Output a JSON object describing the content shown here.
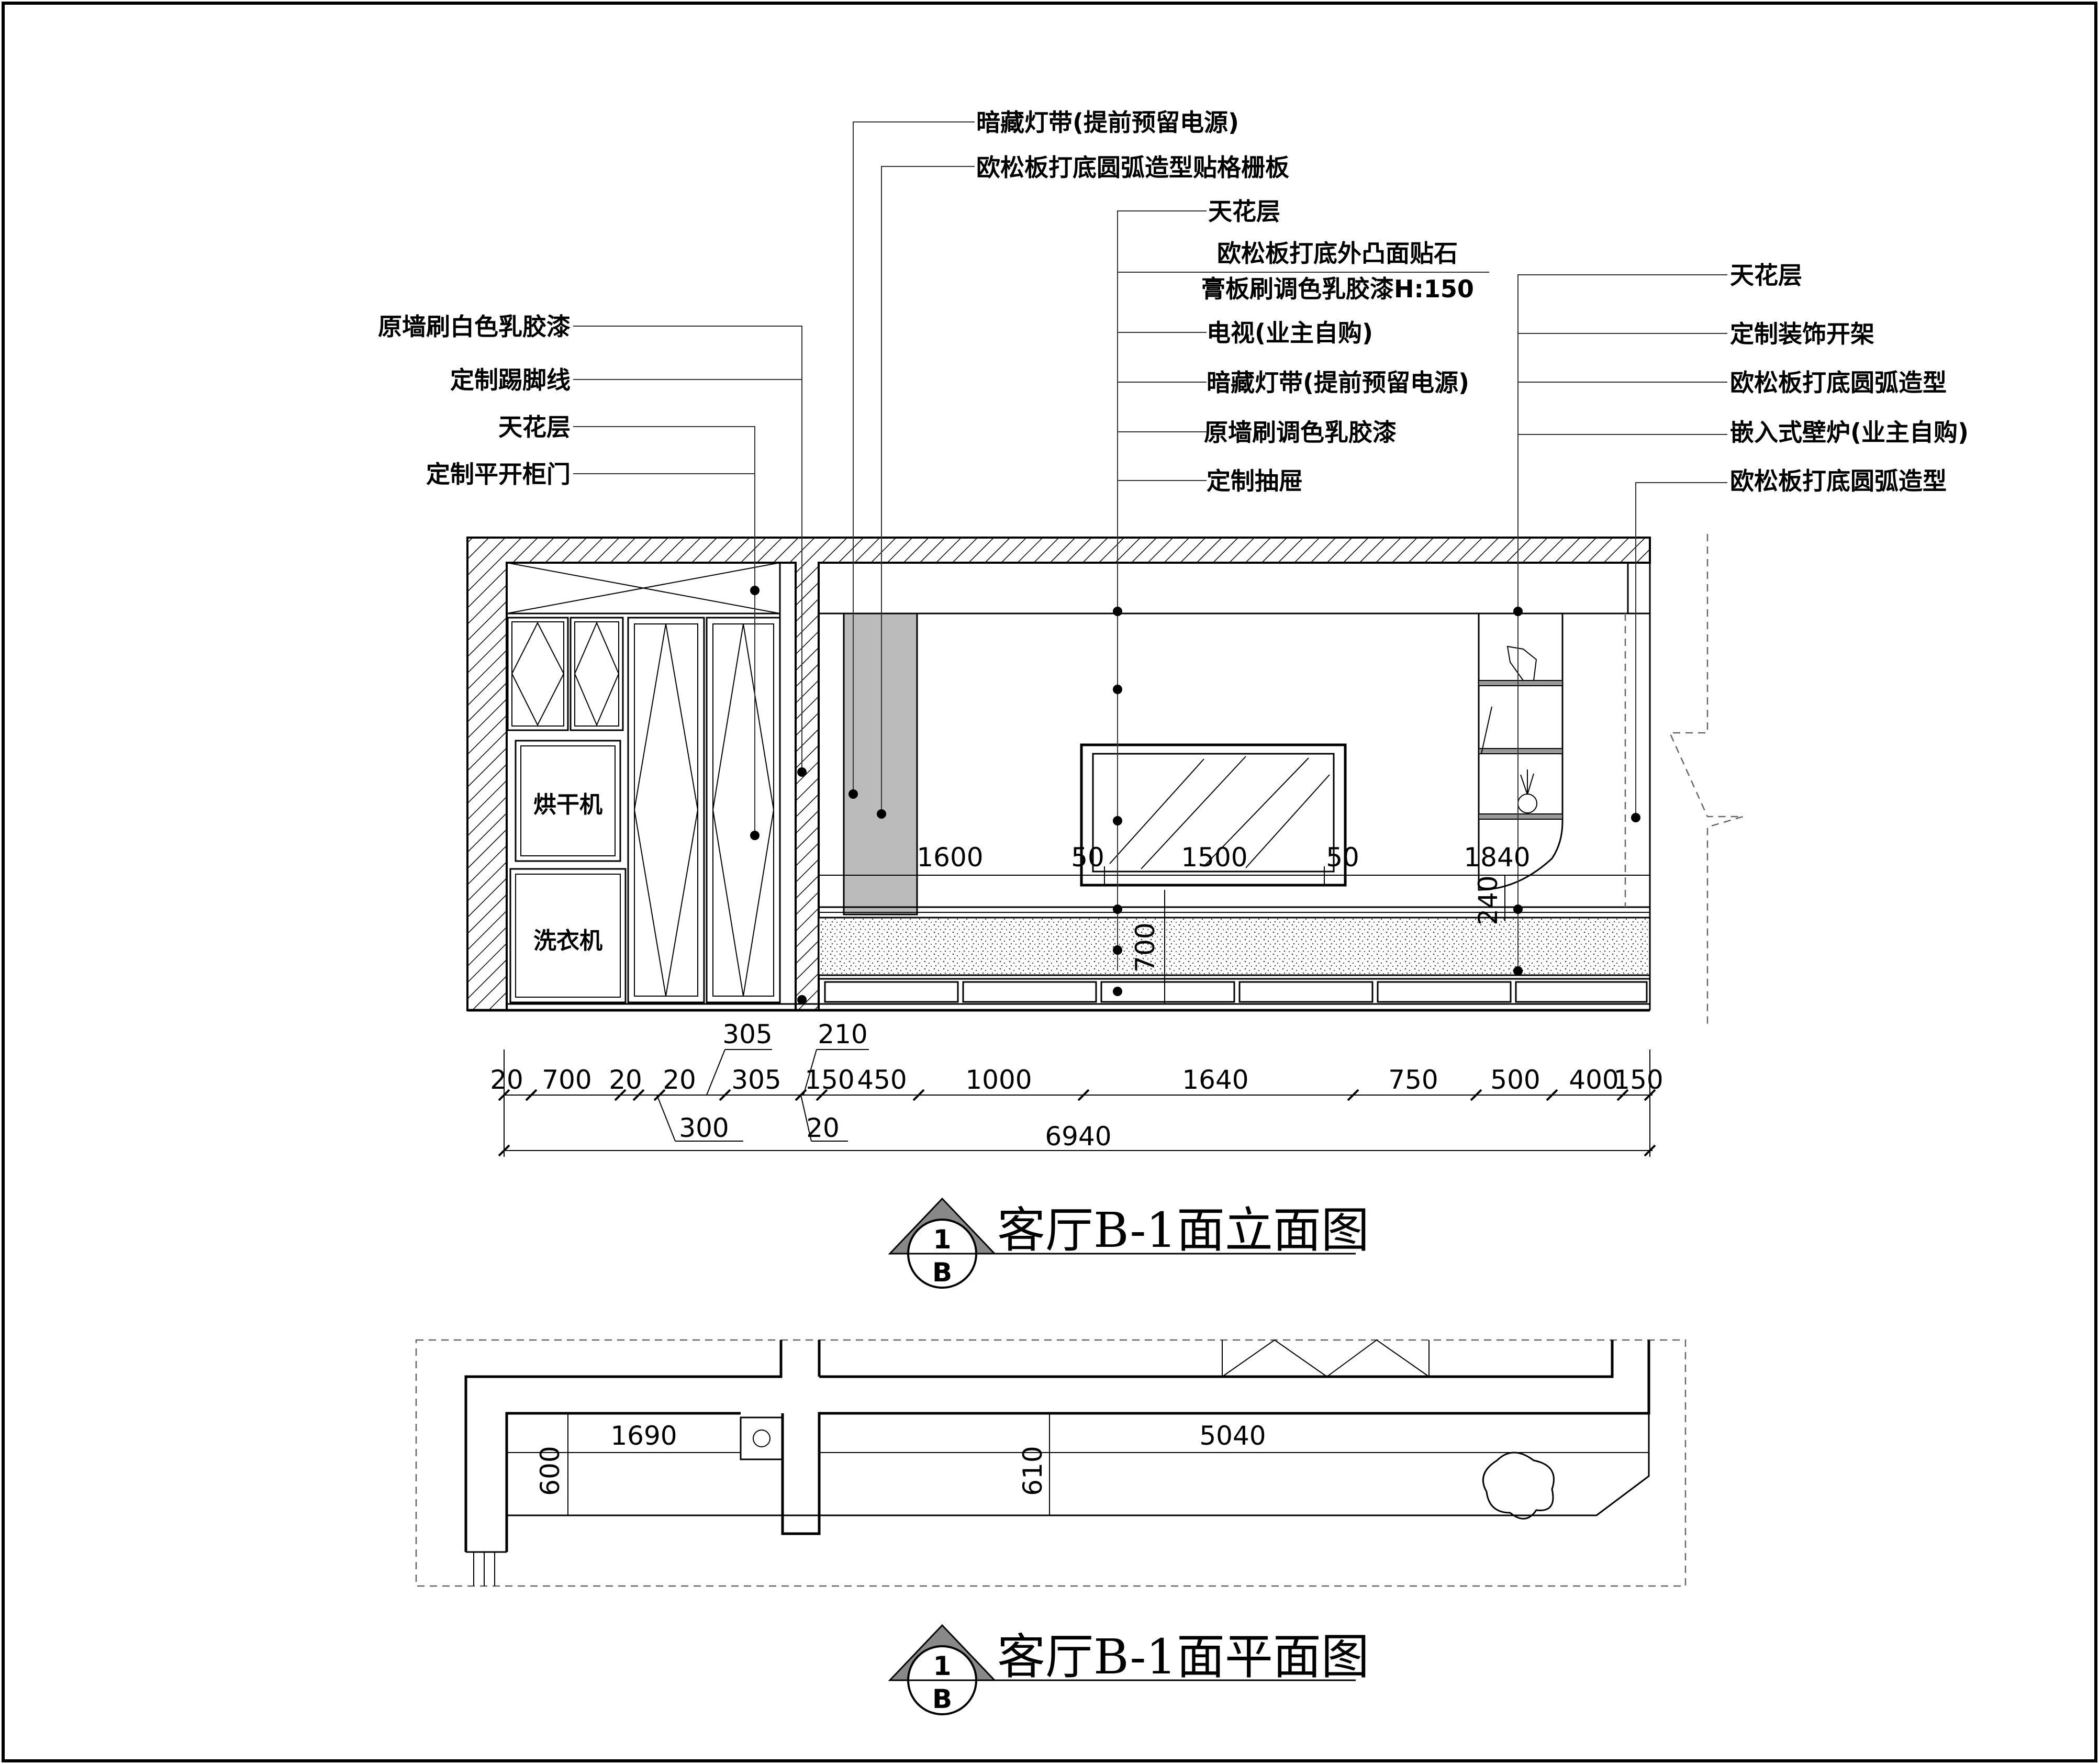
{
  "labels_left": [
    {
      "id": "wall-white-paint",
      "text": "原墙刷白色乳胶漆"
    },
    {
      "id": "custom-skirting",
      "text": "定制踢脚线"
    },
    {
      "id": "ceiling-left",
      "text": "天花层"
    },
    {
      "id": "custom-cabinet-door",
      "text": "定制平开柜门"
    }
  ],
  "labels_top": [
    {
      "id": "hidden-light-strip-top",
      "text": "暗藏灯带(提前预留电源)"
    },
    {
      "id": "osb-arc-grille",
      "text": "欧松板打底圆弧造型贴格栅板"
    }
  ],
  "labels_center": [
    {
      "id": "ceiling-center",
      "text": "天花层"
    },
    {
      "id": "osb-convex-stone",
      "text": "欧松板打底外凸面贴石"
    },
    {
      "id": "gypsum-paint-h150",
      "text": "膏板刷调色乳胶漆H:150"
    },
    {
      "id": "tv-owner",
      "text": "电视(业主自购)"
    },
    {
      "id": "hidden-light-strip-center",
      "text": "暗藏灯带(提前预留电源)"
    },
    {
      "id": "wall-color-paint",
      "text": "原墙刷调色乳胶漆"
    },
    {
      "id": "custom-drawer",
      "text": "定制抽屉"
    }
  ],
  "labels_right": [
    {
      "id": "ceiling-right",
      "text": "天花层"
    },
    {
      "id": "custom-deco-shelf",
      "text": "定制装饰开架"
    },
    {
      "id": "osb-arc-right",
      "text": "欧松板打底圆弧造型"
    },
    {
      "id": "embedded-fireplace",
      "text": "嵌入式壁炉(业主自购)"
    },
    {
      "id": "osb-arc-right-2",
      "text": "欧松板打底圆弧造型"
    }
  ],
  "appliances": {
    "dryer": "烘干机",
    "washer": "洗衣机"
  },
  "elevation_dims_inner": {
    "d1600": "1600",
    "d50a": "50",
    "d1500": "1500",
    "d50b": "50",
    "d1840": "1840",
    "d240": "240",
    "d700": "700"
  },
  "elevation_dims_bottom": {
    "top_305": "305",
    "top_210": "210",
    "row": [
      "20",
      "700",
      "20",
      "20",
      "305",
      "150",
      "450",
      "1000",
      "1640",
      "750",
      "500",
      "400",
      "150"
    ],
    "below_300": "300",
    "below_20": "20",
    "total": "6940"
  },
  "plan_dims": {
    "d1690": "1690",
    "d5040": "5040",
    "d600": "600",
    "d610": "610"
  },
  "titles": {
    "elevation": "客厅B-1面立面图",
    "plan": "客厅B-1面平面图"
  },
  "symbols": {
    "elevation_top": "1",
    "elevation_bottom": "B",
    "plan_top": "1",
    "plan_bottom": "B"
  }
}
